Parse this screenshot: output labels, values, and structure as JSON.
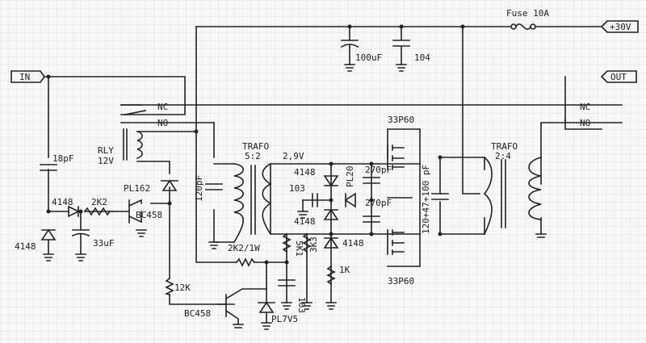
{
  "ports": {
    "in": "IN",
    "out": "OUT",
    "supply": "+30V"
  },
  "fuse": "Fuse 10A",
  "caps": {
    "c100u": "100uF",
    "c104": "104",
    "c18p": "18pF",
    "c33u": "33uF",
    "c120p": "120pF",
    "c103a": "103",
    "c270a": "270pF",
    "c270b": "270pF",
    "c103b": "103",
    "ctank": "120+47+100 pF"
  },
  "relay": {
    "name": "RLY",
    "voltage": "12V",
    "nc": "NC",
    "no": "NO"
  },
  "diodes": {
    "d1": "4148",
    "d2": "4148",
    "d3": "4148",
    "d4": "4148",
    "d5": "4148",
    "z1": "PL162",
    "z2": "PL20",
    "z3": "PL7V5"
  },
  "resistors": {
    "r1": "2K2",
    "r2": "12K",
    "r3": "2K2/1W",
    "r4": "5K1",
    "r5": "3K3",
    "r6": "1K"
  },
  "transistors": {
    "q1": "BC458",
    "q2": "BC458",
    "m1": "33P60",
    "m2": "33P60"
  },
  "transformers": {
    "t1_name": "TRAFO",
    "t1_ratio": "5:2",
    "t2_name": "TRAFO",
    "t2_ratio": "2:4"
  },
  "voltage_label": "2,9V"
}
